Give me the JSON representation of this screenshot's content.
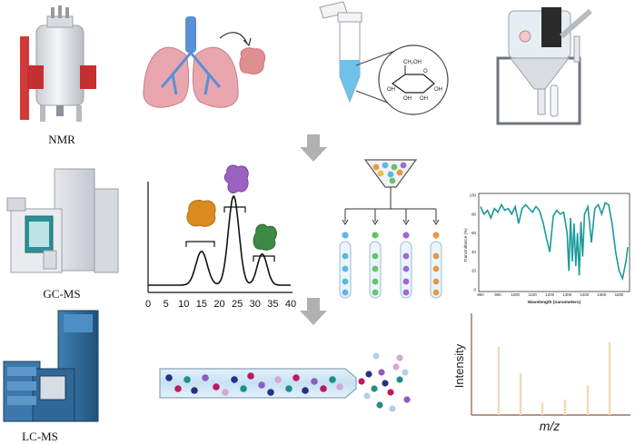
{
  "labels": {
    "nmr": "NMR",
    "gcms": "GC-MS",
    "lcms": "LC-MS"
  },
  "glucose_labels": [
    "CH₂OH",
    "O",
    "OH",
    "OH",
    "OH",
    "OH"
  ],
  "chromatogram": {
    "type": "line",
    "x_ticks": [
      "0",
      "5",
      "10",
      "15",
      "20",
      "25",
      "30",
      "35",
      "40"
    ],
    "xlim": [
      0,
      40
    ],
    "peaks": [
      {
        "center": 15,
        "height": 0.38,
        "width": 1.6
      },
      {
        "center": 24,
        "height": 1.0,
        "width": 1.5
      },
      {
        "center": 32,
        "height": 0.35,
        "width": 1.4
      }
    ]
  },
  "ir_spectrum": {
    "type": "line",
    "ylabel": "Transmittance (%)",
    "xlabel": "Wavelength (nanometers)",
    "y_ticks": [
      "100",
      "80",
      "60",
      "40",
      "20",
      "0"
    ],
    "x_ticks": [
      "800",
      "900",
      "1000",
      "1100",
      "1200",
      "1300",
      "1400",
      "1500",
      "1600"
    ],
    "xlim": [
      800,
      1650
    ],
    "ylim": [
      0,
      100
    ],
    "x": [
      800,
      820,
      840,
      860,
      880,
      900,
      920,
      940,
      960,
      980,
      1000,
      1020,
      1040,
      1060,
      1080,
      1100,
      1120,
      1140,
      1160,
      1180,
      1200,
      1220,
      1240,
      1260,
      1280,
      1300,
      1310,
      1320,
      1330,
      1340,
      1350,
      1360,
      1370,
      1380,
      1390,
      1400,
      1420,
      1440,
      1460,
      1480,
      1500,
      1520,
      1540,
      1560,
      1580,
      1600,
      1620,
      1640,
      1650
    ],
    "y": [
      88,
      80,
      84,
      76,
      86,
      82,
      90,
      84,
      86,
      80,
      88,
      70,
      86,
      90,
      86,
      82,
      88,
      84,
      72,
      55,
      40,
      78,
      84,
      80,
      82,
      60,
      20,
      76,
      30,
      70,
      25,
      60,
      15,
      72,
      35,
      80,
      88,
      50,
      86,
      90,
      80,
      92,
      90,
      70,
      40,
      20,
      12,
      30,
      45
    ]
  },
  "mass_spectrum": {
    "type": "bar",
    "ylabel": "Intensity",
    "xlabel": "m/z",
    "values": [
      0.75,
      0.46,
      0.14,
      0.17,
      0.33,
      0.8
    ]
  }
}
